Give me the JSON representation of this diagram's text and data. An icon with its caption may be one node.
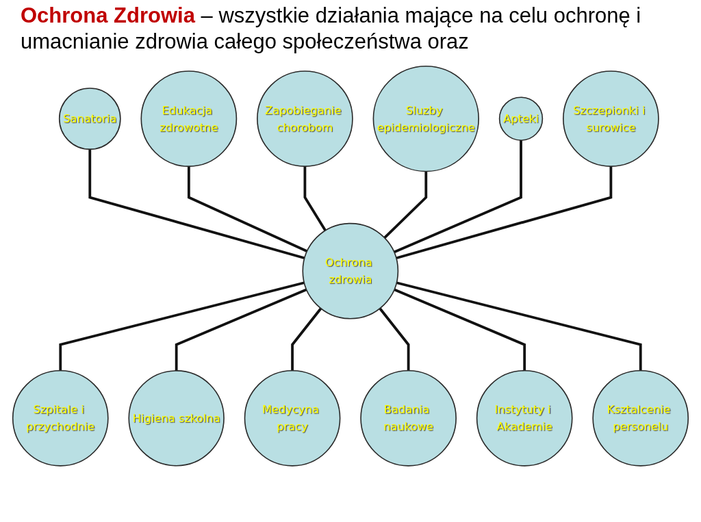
{
  "diagram": {
    "title": "**Ochrona Zdrowia** – wszystkie działania mające na celu ochronę i umacnianie zdrowia całego społeczeństwa oraz",
    "nodes": [
      {
        "text": [
          "Ochrona zdrowia"
        ]
      },
      {
        "text": [
          "Sanatoria"
        ]
      },
      {
        "text": [
          "Edukacja zdrowotne"
        ]
      },
      {
        "text": [
          "Zapobieganie chorobom"
        ]
      },
      {
        "text": [
          "Sluzby epidemiologiczne"
        ]
      },
      {
        "text": [
          "Szpitale i przychodnie"
        ]
      },
      {
        "text": [
          "Higiena szkolna"
        ]
      },
      {
        "text": [
          "Medycyna pracy"
        ]
      },
      {
        "text": [
          "Badania naukowe"
        ]
      },
      {
        "text": [
          "Instytuty i Akademie"
        ]
      },
      {
        "text": [
          "Ksztalcenie personelu"
        ]
      },
      {
        "text": [
          "Apteki"
        ]
      },
      {
        "text": [
          "Szczepionki i surowice"
        ]
      }
    ],
    "edges": [
      {
        "from": 1,
        "to": 0,
        "arrow": "none"
      },
      {
        "from": 2,
        "to": 0,
        "arrow": "none"
      },
      {
        "from": 3,
        "to": 0,
        "arrow": "none"
      },
      {
        "from": 4,
        "to": 0,
        "arrow": "none"
      },
      {
        "from": 0,
        "to": 5,
        "arrow": "none"
      },
      {
        "from": 0,
        "to": 6,
        "arrow": "none"
      },
      {
        "from": 0,
        "to": 7,
        "arrow": "none"
      },
      {
        "from": 0,
        "to": 8,
        "arrow": "none"
      },
      {
        "from": 0,
        "to": 9,
        "arrow": "none"
      },
      {
        "from": 0,
        "to": 10,
        "arrow": "none"
      },
      {
        "from": 11,
        "to": 0,
        "arrow": "none"
      },
      {
        "from": 12,
        "to": 0,
        "arrow": "none"
      }
    ]
  }
}
